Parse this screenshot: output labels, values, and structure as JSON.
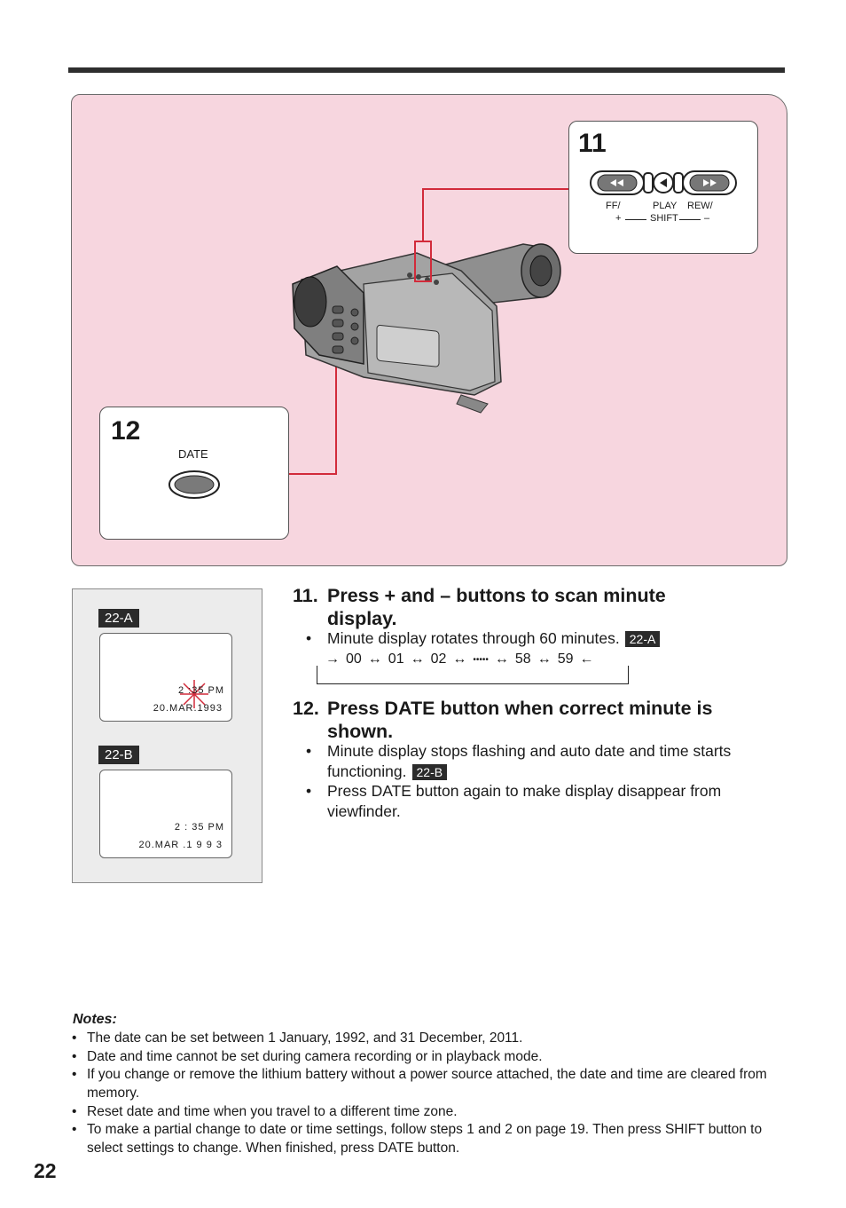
{
  "callout11": {
    "number": "11",
    "ff_label": "FF/",
    "play_label": "PLAY",
    "rew_label": "REW/",
    "plus_label": "+",
    "shift_label": "SHIFT",
    "minus_label": "–"
  },
  "callout12": {
    "number": "12",
    "date_label": "DATE"
  },
  "viewfinder": {
    "a": {
      "tag": "22-A",
      "time": "2 :35 PM",
      "date": "20.MAR.1993"
    },
    "b": {
      "tag": "22-B",
      "time": "2 : 35  PM",
      "date": "20.MAR .1 9 9 3"
    }
  },
  "step11": {
    "number": "11.",
    "title_line1": "Press + and – buttons to scan minute",
    "title_line2": "display.",
    "bullet1": "Minute display rotates through 60 minutes.",
    "bullet1_tag": "22-A",
    "cycle": [
      "00",
      "01",
      "02",
      "•••••",
      "58",
      "59"
    ],
    "cycle_arrow": "↔"
  },
  "step12": {
    "number": "12.",
    "title_line1": "Press DATE button when correct minute is",
    "title_line2": "shown.",
    "bullet1_line1": "Minute display stops flashing and auto date and time starts",
    "bullet1_line2": "functioning.",
    "bullet1_tag": "22-B",
    "bullet2_line1": "Press DATE button again to make display disappear from",
    "bullet2_line2": "viewfinder."
  },
  "notes": {
    "title": "Notes:",
    "items": [
      "The date can be set between 1 January, 1992, and 31 December, 2011.",
      "Date and time cannot be set during camera recording or in playback mode.",
      "If you change or remove the lithium battery without a power source attached, the date and time are cleared from memory.",
      "Reset date and time when you travel to a different time zone.",
      "To make a partial change to date or time settings, follow steps 1 and 2 on page 19. Then press SHIFT button to select settings to change. When finished, press DATE button."
    ]
  },
  "page_number": "22",
  "colors": {
    "panel": "#f7d6df",
    "leader_line": "#d22b3b",
    "tag": "#2b2b2b"
  }
}
